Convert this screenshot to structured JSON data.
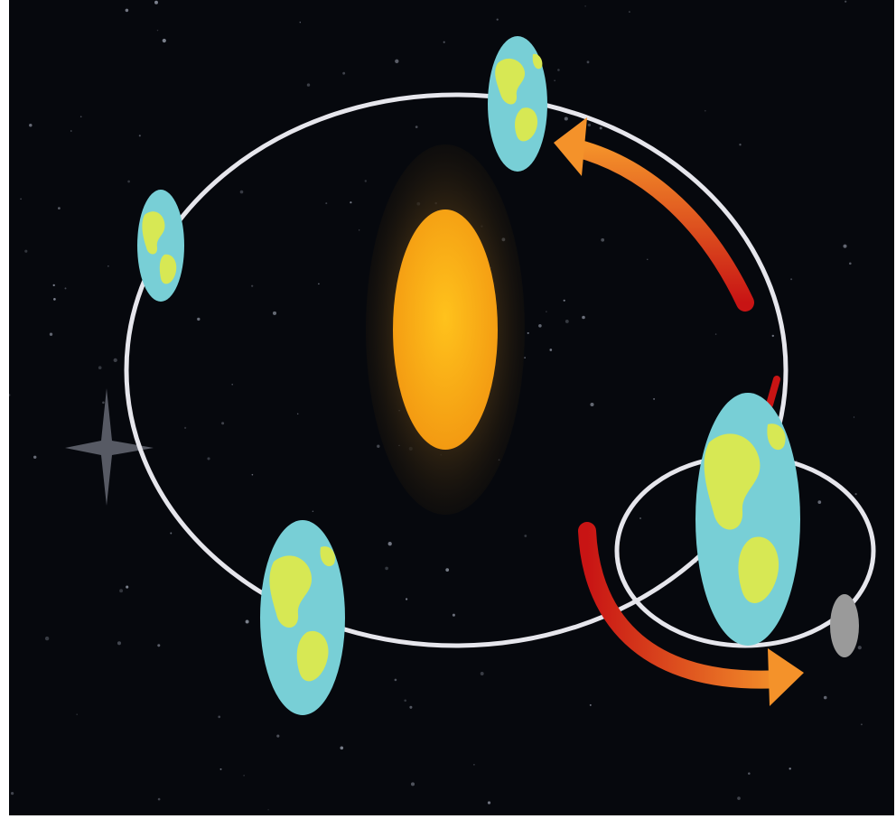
{
  "illustration": {
    "subject": "sun-earth-moon-orbits",
    "colors": {
      "space": "#06080d",
      "orbit": "#e6e6ec",
      "sun": "#f8b115",
      "sun_glow": "#3a2a14",
      "ocean": "#78cfd6",
      "land": "#d7e854",
      "moon": "#9a9a9a",
      "arrow_start": "#c81414",
      "arrow_end": "#f4922a"
    },
    "earth_positions": [
      "top",
      "left",
      "bottom-left",
      "right"
    ],
    "moon_count": 1,
    "direction_arrows": [
      "earth-orbit-arrow",
      "moon-orbit-arrow"
    ]
  }
}
